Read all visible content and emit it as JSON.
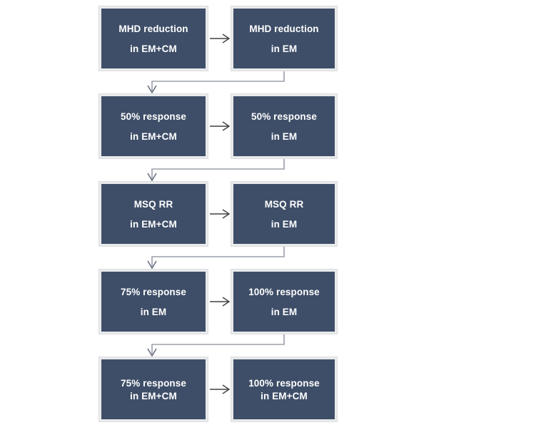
{
  "diagram": {
    "type": "flowchart",
    "title": "",
    "background_color": "#ffffff",
    "node_fill_color": "#3e4e68",
    "node_border_color": "#e9eaec",
    "node_text_color": "#ffffff",
    "connector_color": "#8a8f99",
    "arrow_color": "#404040",
    "rows": [
      {
        "id": "row-1",
        "left": {
          "line1": "MHD reduction",
          "line2": "in EM+CM"
        },
        "right": {
          "line1": "MHD reduction",
          "line2": "in EM"
        }
      },
      {
        "id": "row-2",
        "left": {
          "line1": "50% response",
          "line2": "in EM+CM"
        },
        "right": {
          "line1": "50% response",
          "line2": "in EM"
        }
      },
      {
        "id": "row-3",
        "left": {
          "line1": "MSQ RR",
          "line2": "in EM+CM"
        },
        "right": {
          "line1": "MSQ RR",
          "line2": "in EM"
        }
      },
      {
        "id": "row-4",
        "left": {
          "line1": "75% response",
          "line2": "in EM"
        },
        "right": {
          "line1": "100% response",
          "line2": "in EM"
        }
      },
      {
        "id": "row-5",
        "left": {
          "line1": "75% response",
          "line2": "in EM+CM"
        },
        "right": {
          "line1": "100% response",
          "line2": "in EM+CM"
        }
      }
    ]
  }
}
